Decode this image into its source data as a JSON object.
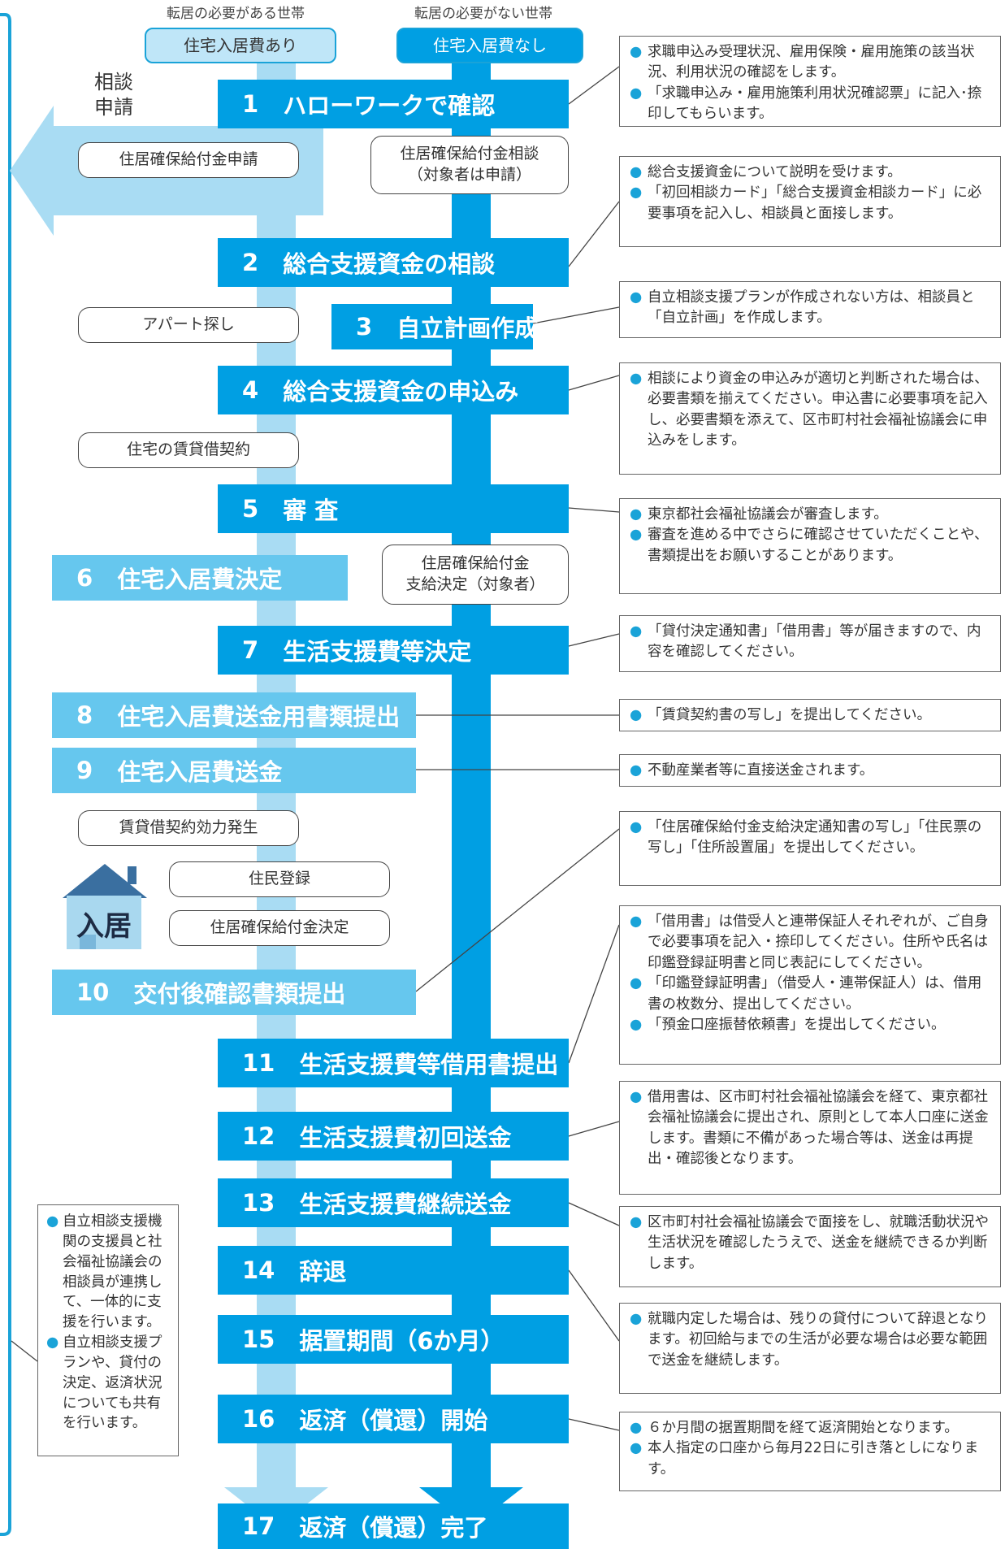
{
  "header": {
    "left_caption": "転居の必要がある世帯",
    "right_caption": "転居の必要がない世帯",
    "left_pill": "住宅入居費あり",
    "right_pill": "住宅入居費なし",
    "side_label": "相談\n申請",
    "move_in_label": "入居"
  },
  "steps": [
    {
      "num": "1",
      "label": "ハローワークで確認"
    },
    {
      "num": "2",
      "label": "総合支援資金の相談"
    },
    {
      "num": "3",
      "label": "自立計画作成"
    },
    {
      "num": "4",
      "label": "総合支援資金の申込み"
    },
    {
      "num": "5",
      "label": "審 査"
    },
    {
      "num": "6",
      "label": "住宅入居費決定"
    },
    {
      "num": "7",
      "label": "生活支援費等決定"
    },
    {
      "num": "8",
      "label": "住宅入居費送金用書類提出"
    },
    {
      "num": "9",
      "label": "住宅入居費送金"
    },
    {
      "num": "10",
      "label": "交付後確認書類提出"
    },
    {
      "num": "11",
      "label": "生活支援費等借用書提出"
    },
    {
      "num": "12",
      "label": "生活支援費初回送金"
    },
    {
      "num": "13",
      "label": "生活支援費継続送金"
    },
    {
      "num": "14",
      "label": "辞退"
    },
    {
      "num": "15",
      "label": "据置期間（6か月）"
    },
    {
      "num": "16",
      "label": "返済（償還）開始"
    },
    {
      "num": "17",
      "label": "返済（償還）完了"
    }
  ],
  "pills": {
    "jukyo_shinsei": "住居確保給付金申請",
    "jukyo_sodan": "住居確保給付金相談\n（対象者は申請）",
    "apart": "アパート探し",
    "chintai": "住宅の賃貸借契約",
    "kyufu_kettei_taisho": "住居確保給付金\n支給決定（対象者）",
    "koryoku": "賃貸借契約効力発生",
    "jumin": "住民登録",
    "kyufu_kettei": "住居確保給付金決定"
  },
  "info": [
    [
      "求職申込み受理状況、雇用保険・雇用施策の該当状況、利用状況の確認をします。",
      "「求職申込み・雇用施策利用状況確認票」に記入･捺印してもらいます。"
    ],
    [
      "総合支援資金について説明を受けます。",
      "「初回相談カード」「総合支援資金相談カード」に必要事項を記入し、相談員と面接します。"
    ],
    [
      "自立相談支援プランが作成されない方は、相談員と「自立計画」を作成します。"
    ],
    [
      "相談により資金の申込みが適切と判断された場合は、必要書類を揃えてください。申込書に必要事項を記入し、必要書類を添えて、区市町村社会福祉協議会に申込みをします。"
    ],
    [
      "東京都社会福祉協議会が審査します。",
      "審査を進める中でさらに確認させていただくことや、書類提出をお願いすることがあります。"
    ],
    [
      "「貸付決定通知書」「借用書」等が届きますので、内容を確認してください。"
    ],
    [
      "「賃貸契約書の写し」を提出してください。"
    ],
    [
      "不動産業者等に直接送金されます。"
    ],
    [
      "「住居確保給付金支給決定通知書の写し」「住民票の写し」「住所設置届」を提出してください。"
    ],
    [
      "「借用書」は借受人と連帯保証人それぞれが、ご自身で必要事項を記入・捺印してください。住所や氏名は印鑑登録証明書と同じ表記にしてください。",
      "「印鑑登録証明書」（借受人・連帯保証人）は、借用書の枚数分、提出してください。",
      "「預金口座振替依頼書」を提出してください。"
    ],
    [
      "借用書は、区市町村社会福祉協議会を経て、東京都社会福祉協議会に提出され、原則として本人口座に送金します。書類に不備があった場合等は、送金は再提出・確認後となります。"
    ],
    [
      "区市町村社会福祉協議会で面接をし、就職活動状況や生活状況を確認したうえで、送金を継続できるか判断します。"
    ],
    [
      "就職内定した場合は、残りの貸付について辞退となります。初回給与までの生活が必要な場合は必要な範囲で送金を継続します。"
    ],
    [
      "６か月間の据置期間を経て返済開始となります。",
      "本人指定の口座から毎月22日に引き落としになります。"
    ]
  ],
  "side_note": [
    "自立相談支援機関の支援員と社会福祉協議会の相談員が連携して、一体的に支援を行います。",
    "自立相談支援プランや、貸付の決定、返済状況についても共有を行います。"
  ],
  "colors": {
    "dark": "#009fe3",
    "light": "#66c7ee",
    "band_light": "#a9dcf3",
    "border": "#1aa3d8"
  }
}
